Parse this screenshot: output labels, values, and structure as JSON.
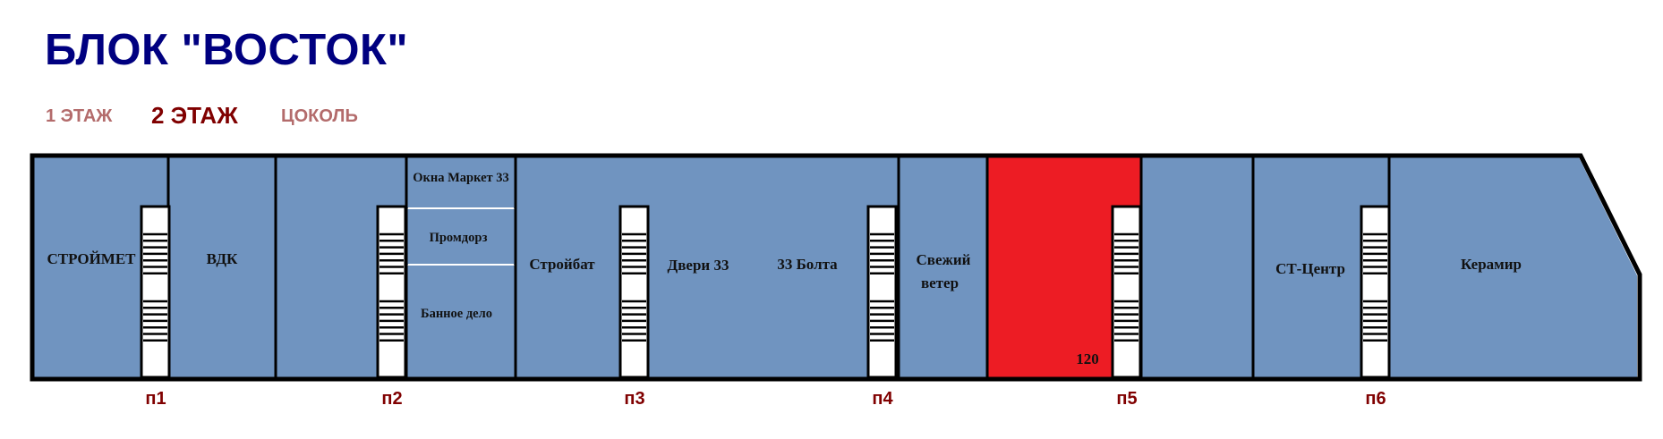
{
  "header": {
    "title": "БЛОК \"ВОСТОК\""
  },
  "floor_tabs": [
    {
      "label": "1 ЭТАЖ",
      "active": false
    },
    {
      "label": "2 ЭТАЖ",
      "active": true
    },
    {
      "label": "ЦОКОЛЬ",
      "active": false
    }
  ],
  "colors": {
    "title": "#000080",
    "tab_active": "#800000",
    "tab_inactive": "#b36b6b",
    "room": "#7094c0",
    "room_selected": "#ed1c24",
    "stair_label": "#800000"
  },
  "rooms": {
    "stroymet": "СТРОЙМЕТ",
    "vdk": "ВДК",
    "okna": "Окна Маркет 33",
    "promdorz": "Промдорз",
    "bannoe": "Банное дело",
    "stroybat": "Стройбат",
    "dveri": "Двери 33",
    "bolta": "33 Болта",
    "svezh_1": "Свежий",
    "svezh_2": "ветер",
    "selected_number": "120",
    "st_center": "СТ-Центр",
    "keramir": "Керамир"
  },
  "stairs": [
    "п1",
    "п2",
    "п3",
    "п4",
    "п5",
    "п6"
  ]
}
